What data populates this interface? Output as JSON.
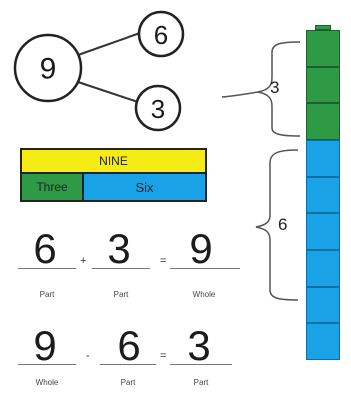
{
  "number_bond": {
    "whole": "9",
    "part_top": "6",
    "part_bottom": "3"
  },
  "bar_model": {
    "whole_label": "NINE",
    "part_a_label": "Three",
    "part_b_label": "Six"
  },
  "tower": {
    "group_a_count": "3",
    "group_b_count": "6",
    "green_cubes": 3,
    "blue_cubes": 6,
    "green": "#2f9a45",
    "blue": "#19a3e6"
  },
  "equation_1": {
    "a": "6",
    "op": "+",
    "b": "3",
    "eq": "=",
    "c": "9",
    "cap_a": "Part",
    "cap_b": "Part",
    "cap_c": "Whole"
  },
  "equation_2": {
    "a": "9",
    "op": "-",
    "b": "6",
    "eq": "=",
    "c": "3",
    "cap_a": "Whole",
    "cap_b": "Part",
    "cap_c": "Part"
  },
  "colors": {
    "bar_yellow": "#f4ec14",
    "bar_green": "#2f9a45",
    "bar_blue": "#19a3e6"
  }
}
